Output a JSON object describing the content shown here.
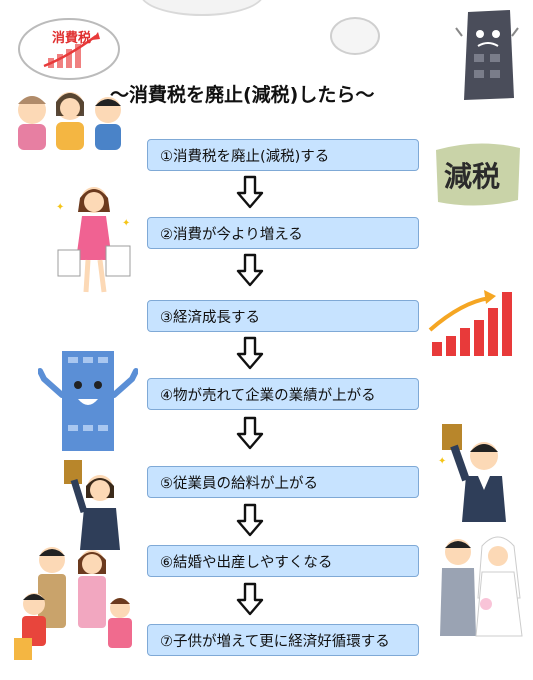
{
  "title": "〜消費税を廃止(減税)したら〜",
  "badge_top_left": "消費税",
  "badge_right": "減税",
  "steps": [
    "①消費税を廃止(減税)する",
    "②消費が今より増える",
    "③経済成長する",
    "④物が売れて企業の業績が上がる",
    "⑤従業員の給料が上がる",
    "⑥結婚や出産しやすくなる",
    "⑦子供が増えて更に経済好循環する"
  ],
  "colors": {
    "step_fill": "#c7e3ff",
    "step_border": "#7fa9d6",
    "bar_red": "#e83a3a",
    "arrow_orange": "#f5a623",
    "badge_bg": "#c9d3a8"
  }
}
